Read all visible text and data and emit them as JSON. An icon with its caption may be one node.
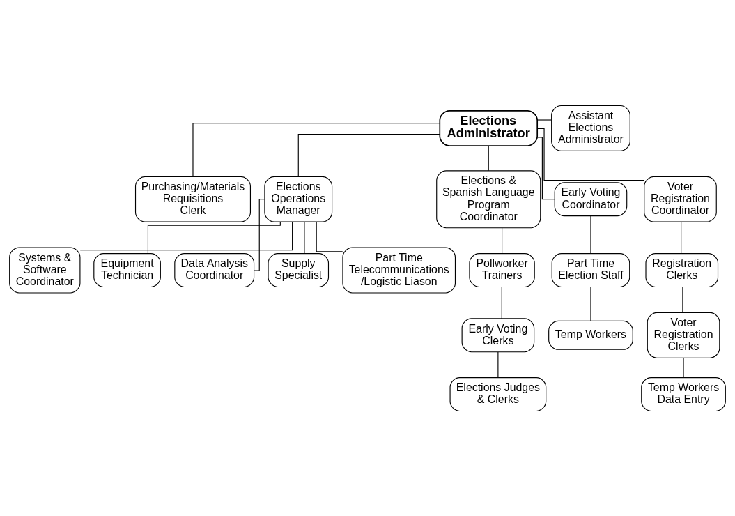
{
  "diagram": {
    "nodes": [
      {
        "text": [
          "Elections Administrator"
        ]
      },
      {
        "text": [
          "Assistant Elections Administrator"
        ]
      },
      {
        "text": [
          "Purchasing/Materials Requisitions Clerk"
        ]
      },
      {
        "text": [
          "Elections Operations Manager"
        ]
      },
      {
        "text": [
          "Elections & Spanish Language Program Coordinator"
        ]
      },
      {
        "text": [
          "Early Voting Coordinator"
        ]
      },
      {
        "text": [
          "Voter Registration Coordinator"
        ]
      },
      {
        "text": [
          "Systems & Software Coordinator"
        ]
      },
      {
        "text": [
          "Equipment Technician"
        ]
      },
      {
        "text": [
          "Data Analysis Coordinator"
        ]
      },
      {
        "text": [
          "Supply Specialist"
        ]
      },
      {
        "text": [
          "Part Time Telecommunications /Logistic Liason"
        ]
      },
      {
        "text": [
          "Pollworker Trainers"
        ]
      },
      {
        "text": [
          "Early Voting Clerks"
        ]
      },
      {
        "text": [
          "Elections Judges & Clerks"
        ]
      },
      {
        "text": [
          "Part Time Election Staff"
        ]
      },
      {
        "text": [
          "Temp Workers"
        ]
      },
      {
        "text": [
          "Registration Clerks"
        ]
      },
      {
        "text": [
          "Voter Registration Clerks"
        ]
      },
      {
        "text": [
          "Temp Workers Data Entry"
        ]
      }
    ],
    "edges": [
      {
        "from": 0,
        "to": 1,
        "arrow": "none"
      },
      {
        "from": 0,
        "to": 2,
        "arrow": "none"
      },
      {
        "from": 0,
        "to": 3,
        "arrow": "none"
      },
      {
        "from": 0,
        "to": 4,
        "arrow": "none"
      },
      {
        "from": 0,
        "to": 5,
        "arrow": "none"
      },
      {
        "from": 0,
        "to": 6,
        "arrow": "none"
      },
      {
        "from": 3,
        "to": 7,
        "arrow": "none"
      },
      {
        "from": 3,
        "to": 8,
        "arrow": "none"
      },
      {
        "from": 3,
        "to": 9,
        "arrow": "none"
      },
      {
        "from": 3,
        "to": 10,
        "arrow": "none"
      },
      {
        "from": 3,
        "to": 11,
        "arrow": "none"
      },
      {
        "from": 4,
        "to": 12,
        "arrow": "none"
      },
      {
        "from": 12,
        "to": 13,
        "arrow": "none"
      },
      {
        "from": 13,
        "to": 14,
        "arrow": "none"
      },
      {
        "from": 5,
        "to": 15,
        "arrow": "none"
      },
      {
        "from": 15,
        "to": 16,
        "arrow": "none"
      },
      {
        "from": 6,
        "to": 17,
        "arrow": "none"
      },
      {
        "from": 17,
        "to": 18,
        "arrow": "none"
      },
      {
        "from": 18,
        "to": 19,
        "arrow": "none"
      }
    ]
  }
}
